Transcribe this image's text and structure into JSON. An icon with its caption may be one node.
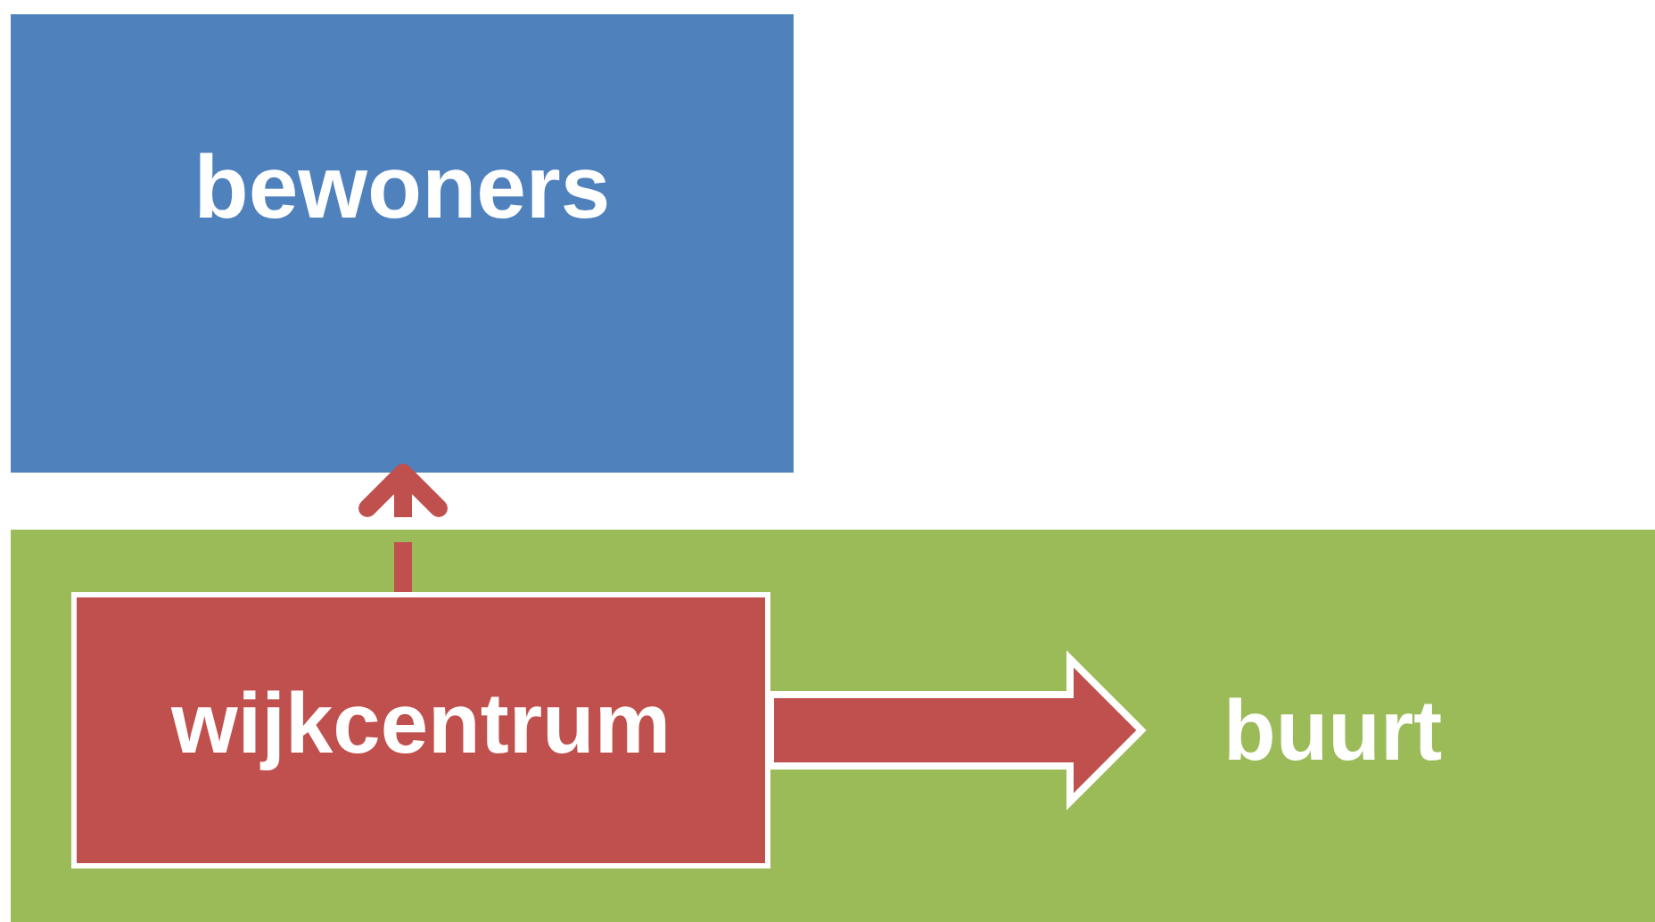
{
  "diagram": {
    "nodes": [
      {
        "text": [
          "bewoners"
        ]
      },
      {
        "text": [],
        "shape": "box"
      },
      {
        "text": [
          "wijkcentrum"
        ],
        "in": 1
      },
      {
        "text": [
          "buurt"
        ],
        "in": 1
      }
    ],
    "edges": [
      {
        "from": 2,
        "to": 0,
        "arrow": "to",
        "style": "dashed"
      },
      {
        "from": 2,
        "to": 3,
        "arrow": "to",
        "style": "thick"
      }
    ]
  }
}
